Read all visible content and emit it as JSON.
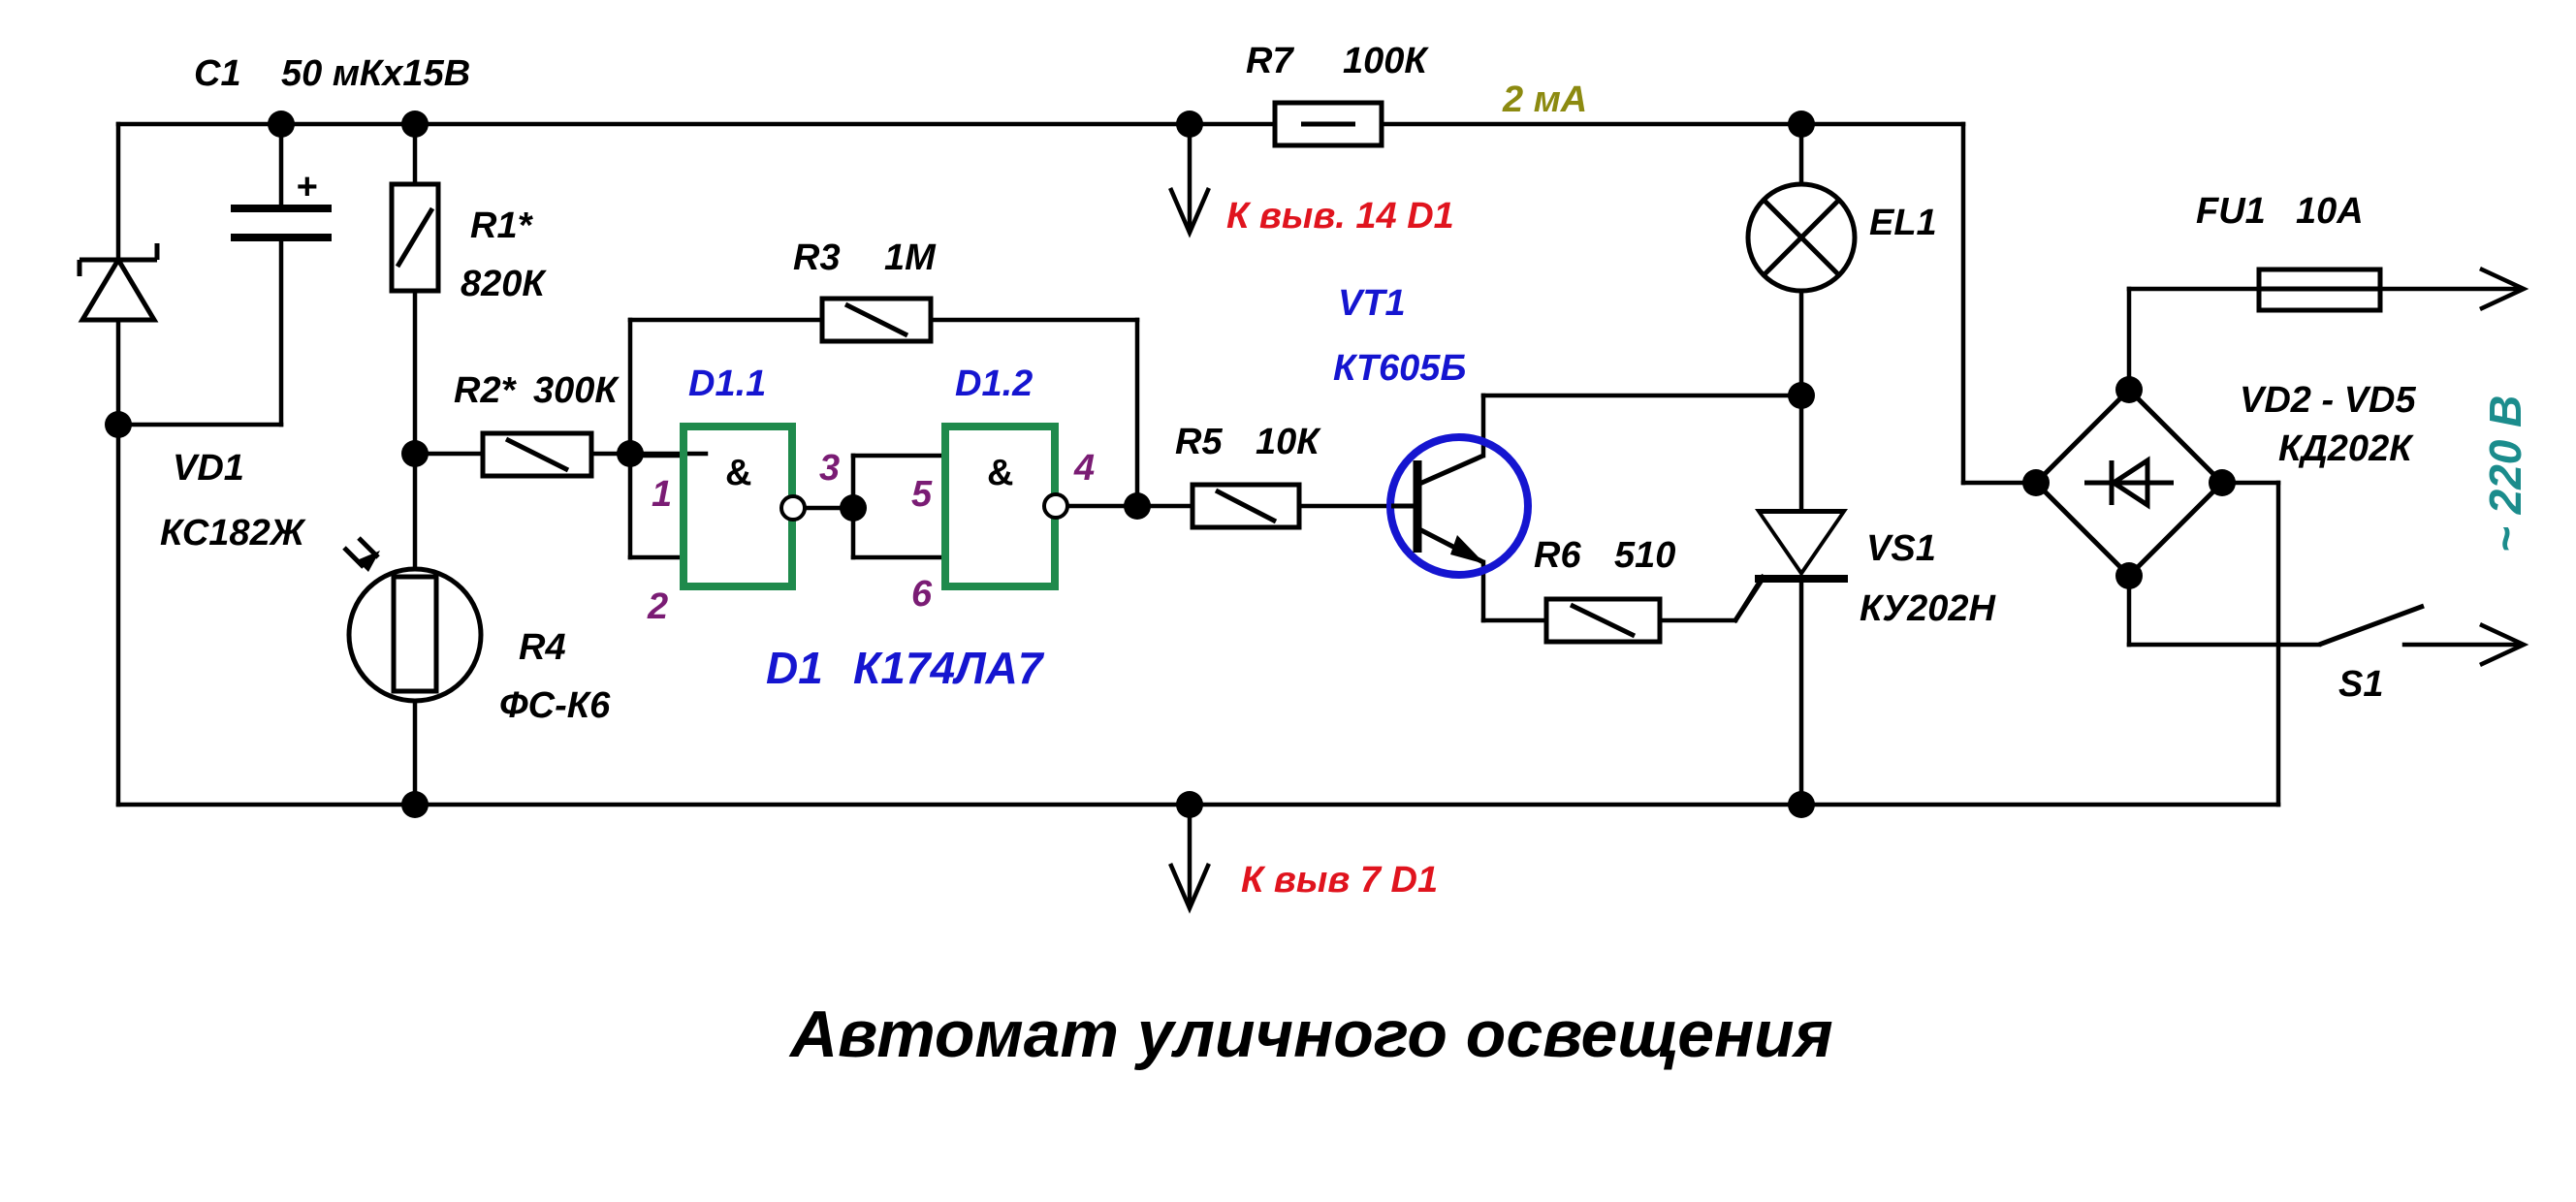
{
  "title": "Автомат уличного освещения",
  "colors": {
    "wire": "#000000",
    "gate_outline": "#1f8a4c",
    "transistor_circle": "#1515d0",
    "label_blue": "#1515d0",
    "label_red": "#e0141e",
    "label_olive": "#8c8a10",
    "label_purple": "#7a1c74",
    "label_teal": "#1b8c8c"
  },
  "components": {
    "c1": {
      "ref": "C1",
      "value": "50 мКх15В",
      "polarity": "+"
    },
    "vd1": {
      "ref": "VD1",
      "value": "КС182Ж"
    },
    "r1": {
      "ref": "R1*",
      "value": "820К"
    },
    "r2": {
      "ref": "R2*",
      "value": "300К"
    },
    "r3": {
      "ref": "R3",
      "value": "1М"
    },
    "r4": {
      "ref": "R4",
      "value": "ФС-К6"
    },
    "r5": {
      "ref": "R5",
      "value": "10К"
    },
    "r6": {
      "ref": "R6",
      "value": "510"
    },
    "r7": {
      "ref": "R7",
      "value": "100К",
      "current": "2 мА"
    },
    "d1_1": {
      "ref": "D1.1",
      "symbol": "&"
    },
    "d1_2": {
      "ref": "D1.2",
      "symbol": "&"
    },
    "d1": {
      "ref": "D1",
      "value": "К174ЛА7"
    },
    "vt1": {
      "ref": "VT1",
      "value": "КТ605Б"
    },
    "el1": {
      "ref": "EL1"
    },
    "vs1": {
      "ref": "VS1",
      "value": "КУ202Н"
    },
    "fu1": {
      "ref": "FU1",
      "value": "10А"
    },
    "vd2_vd5": {
      "ref": "VD2 - VD5",
      "value": "КД202К"
    },
    "s1": {
      "ref": "S1"
    }
  },
  "pins": {
    "p1": "1",
    "p2": "2",
    "p3": "3",
    "p4": "4",
    "p5": "5",
    "p6": "6"
  },
  "notes": {
    "pin14": "К выв. 14  D1",
    "pin7": "К выв 7  D1",
    "mains": "~ 220 В"
  }
}
